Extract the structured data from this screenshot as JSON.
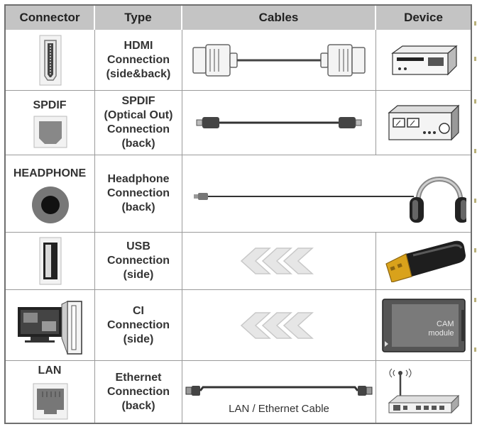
{
  "headers": {
    "connector": "Connector",
    "type": "Type",
    "cables": "Cables",
    "device": "Device"
  },
  "rows": [
    {
      "connector_label": "",
      "type_lines": [
        "HDMI",
        "Connection",
        "(side&back)"
      ],
      "cable_label": ""
    },
    {
      "connector_label": "SPDIF",
      "type_lines": [
        "SPDIF",
        "(Optical Out)",
        "Connection",
        "(back)"
      ],
      "cable_label": ""
    },
    {
      "connector_label": "HEADPHONE",
      "type_lines": [
        "Headphone",
        "Connection",
        "(back)"
      ],
      "cable_label": ""
    },
    {
      "connector_label": "",
      "type_lines": [
        "USB",
        "Connection",
        "(side)"
      ],
      "cable_label": ""
    },
    {
      "connector_label": "",
      "type_lines": [
        "CI",
        "Connection",
        "(side)"
      ],
      "cable_label": ""
    },
    {
      "connector_label": "LAN",
      "type_lines": [
        "Ethernet",
        "Connection",
        "(back)"
      ],
      "cable_label": "LAN / Ethernet Cable"
    }
  ],
  "cam_module_text": {
    "line1": "CAM",
    "line2": "module"
  },
  "colors": {
    "header_bg": "#c4c4c4",
    "border": "#6f6f6f",
    "grid": "#9a9a9a",
    "usb_gold": "#d9a21b"
  },
  "icons": [
    "hdmi-port-icon",
    "spdif-port-icon",
    "headphone-jack-icon",
    "usb-port-icon",
    "tv-ci-slot-icon",
    "lan-port-icon",
    "hdmi-cable-icon",
    "optical-cable-icon",
    "audio-cable-icon",
    "arrows-icon",
    "ethernet-cable-icon",
    "dvd-player-icon",
    "amplifier-icon",
    "headphones-icon",
    "usb-stick-icon",
    "cam-module-icon",
    "router-icon"
  ]
}
